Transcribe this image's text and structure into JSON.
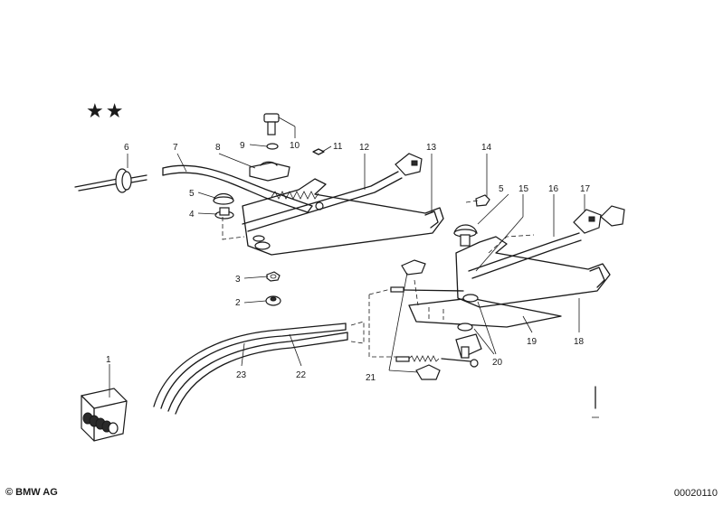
{
  "header": {
    "stars": "★★"
  },
  "labels": {
    "l1": "1",
    "l2": "2",
    "l3": "3",
    "l4": "4",
    "l5a": "5",
    "l5b": "5",
    "l6": "6",
    "l7": "7",
    "l8": "8",
    "l9": "9",
    "l10": "10",
    "l11": "11",
    "l12": "12",
    "l13": "13",
    "l14": "14",
    "l15": "15",
    "l16": "16",
    "l17": "17",
    "l18": "18",
    "l19": "19",
    "l20": "20",
    "l21": "21",
    "l22": "22",
    "l23": "23"
  },
  "footer": {
    "copyright": "© BMW AG",
    "ref": "00020110"
  }
}
